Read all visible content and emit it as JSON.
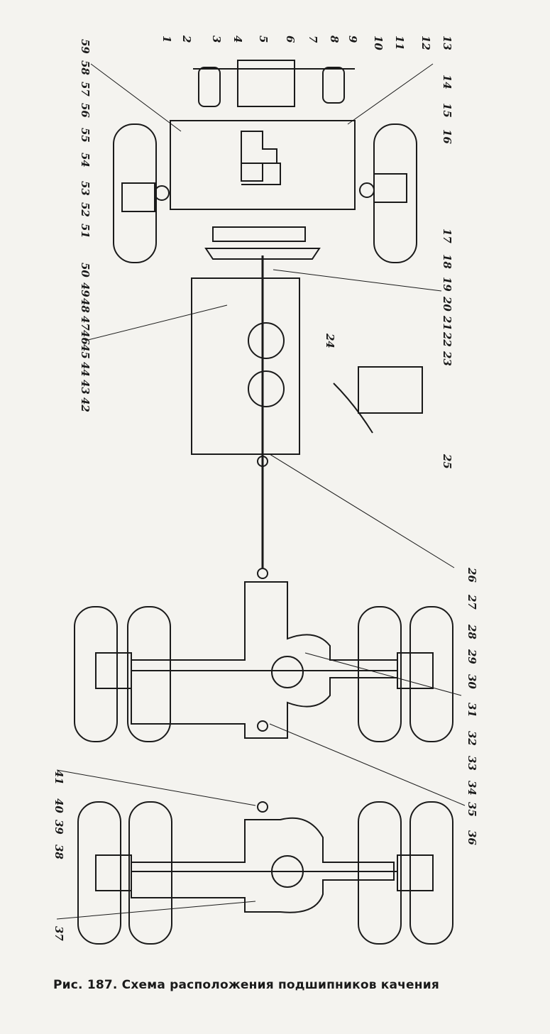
{
  "caption": "Рис. 187. Схема расположения подшипников качения",
  "callouts": [
    "1",
    "2",
    "3",
    "4",
    "5",
    "6",
    "7",
    "8",
    "9",
    "10",
    "11",
    "12",
    "13",
    "14",
    "15",
    "16",
    "17",
    "18",
    "19",
    "20",
    "21",
    "22",
    "23",
    "24",
    "25",
    "26",
    "27",
    "28",
    "29",
    "30",
    "31",
    "32",
    "33",
    "34",
    "35",
    "36",
    "37",
    "38",
    "39",
    "40",
    "41",
    "42",
    "43",
    "44",
    "45",
    "46",
    "47",
    "48",
    "49",
    "50",
    "51",
    "52",
    "53",
    "54",
    "55",
    "56",
    "57",
    "58",
    "59"
  ]
}
